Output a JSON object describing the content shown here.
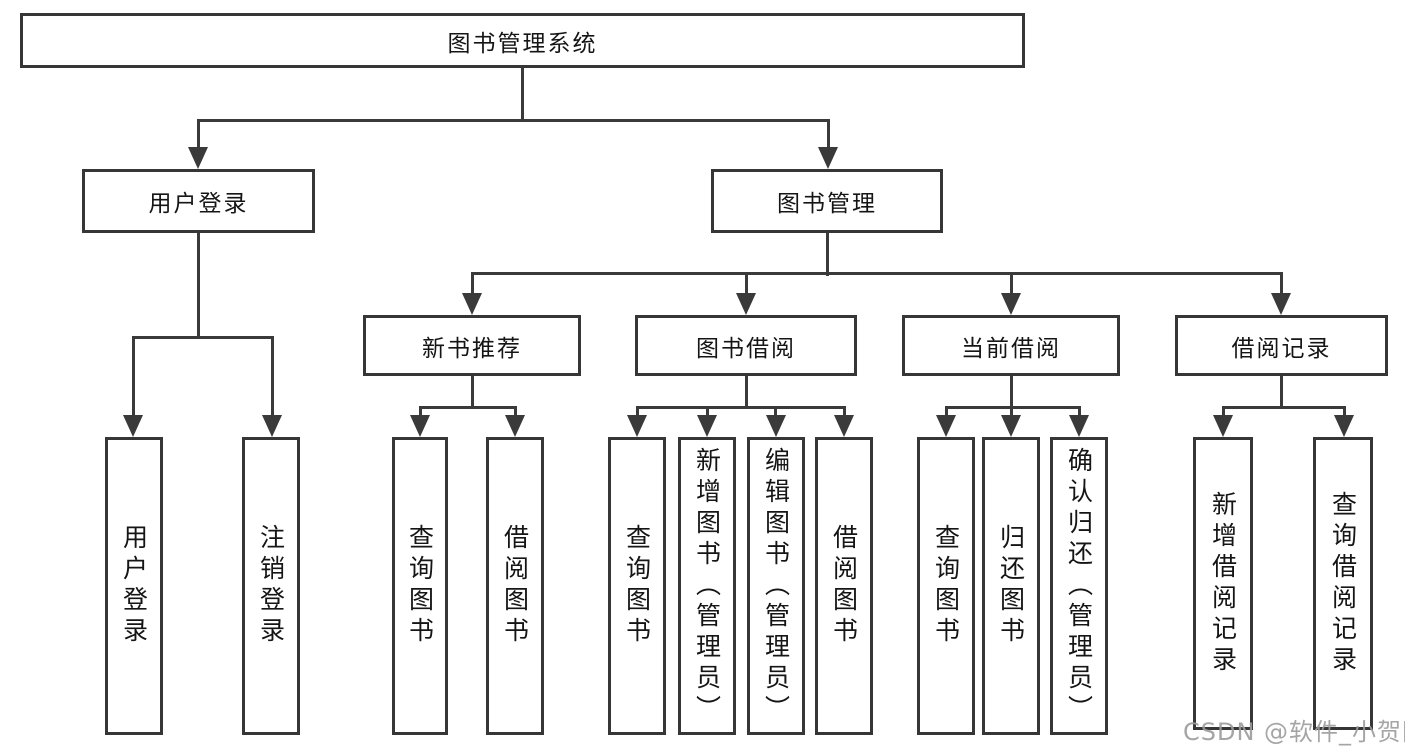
{
  "tree": {
    "root": {
      "label": "图书管理系统"
    },
    "branches": [
      {
        "label": "用户登录",
        "children": [
          {
            "label": "用户登录"
          },
          {
            "label": "注销登录"
          }
        ]
      },
      {
        "label": "图书管理",
        "groups": [
          {
            "label": "新书推荐",
            "children": [
              {
                "label": "查询图书"
              },
              {
                "label": "借阅图书"
              }
            ]
          },
          {
            "label": "图书借阅",
            "children": [
              {
                "label": "查询图书"
              },
              {
                "label": "新增图书（管理员）"
              },
              {
                "label": "编辑图书（管理员）"
              },
              {
                "label": "借阅图书"
              }
            ]
          },
          {
            "label": "当前借阅",
            "children": [
              {
                "label": "查询图书"
              },
              {
                "label": "归还图书"
              },
              {
                "label": "确认归还（管理员）"
              }
            ]
          },
          {
            "label": "借阅记录",
            "children": [
              {
                "label": "新增借阅记录"
              },
              {
                "label": "查询借阅记录"
              }
            ]
          }
        ]
      }
    ]
  },
  "watermark": {
    "text": "CSDN @软件_小贺同学"
  },
  "colors": {
    "line": "#3a3a3a",
    "box_border": "#363636",
    "background": "#ffffff",
    "text": "#151515",
    "watermark": "#9c9c9c"
  }
}
